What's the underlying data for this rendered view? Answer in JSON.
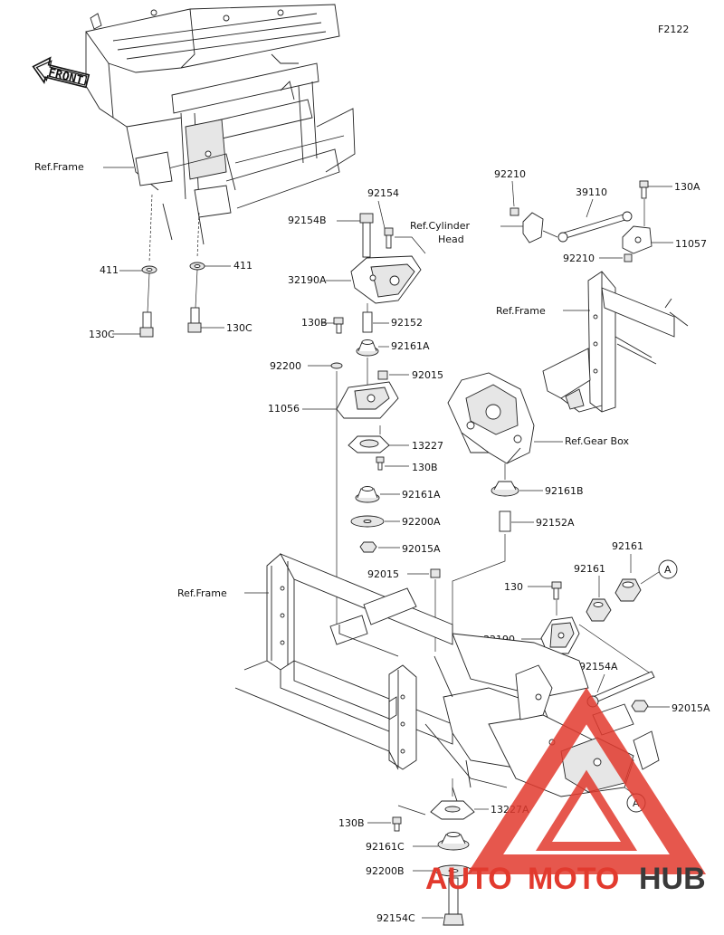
{
  "figure_code": "F2122",
  "front_label": "FRONT",
  "callout_letter": "A",
  "labels": {
    "p92210_top": "92210",
    "p39110": "39110",
    "p130A": "130A",
    "p92154": "92154",
    "p92154B": "92154B",
    "ref_cylinder_head_1": "Ref.Cylinder",
    "ref_cylinder_head_2": "Head",
    "p11057": "11057",
    "p92210_low": "92210",
    "p32190A": "32190A",
    "ref_frame_top_left": "Ref.Frame",
    "ref_frame_right": "Ref.Frame",
    "p411_left": "411",
    "p411_right": "411",
    "p130B_a": "130B",
    "p92152": "92152",
    "p130C_left": "130C",
    "p130C_right": "130C",
    "p92161A_a": "92161A",
    "p92200": "92200",
    "p92015_a": "92015",
    "p11056": "11056",
    "p13227": "13227",
    "ref_gear_box": "Ref.Gear Box",
    "p130B_b": "130B",
    "p92161A_b": "92161A",
    "p92161B": "92161B",
    "p92200A": "92200A",
    "p92152A": "92152A",
    "p92015A_a": "92015A",
    "p92161_a": "92161",
    "p92161_b": "92161",
    "p92015_b": "92015",
    "p130": "130",
    "ref_frame_mid": "Ref.Frame",
    "p32190": "32190",
    "p92154A": "92154A",
    "p92015A_b": "92015A",
    "p13227A": "13227A",
    "p130B_c": "130B",
    "p92161C": "92161C",
    "p92200B": "92200B",
    "p92154C": "92154C"
  },
  "watermark": {
    "part1": "AUTO",
    "part2": "MOTO",
    "part3": "HUB",
    "color_red": "#e23a2e",
    "color_dark": "#3a3a3a"
  }
}
